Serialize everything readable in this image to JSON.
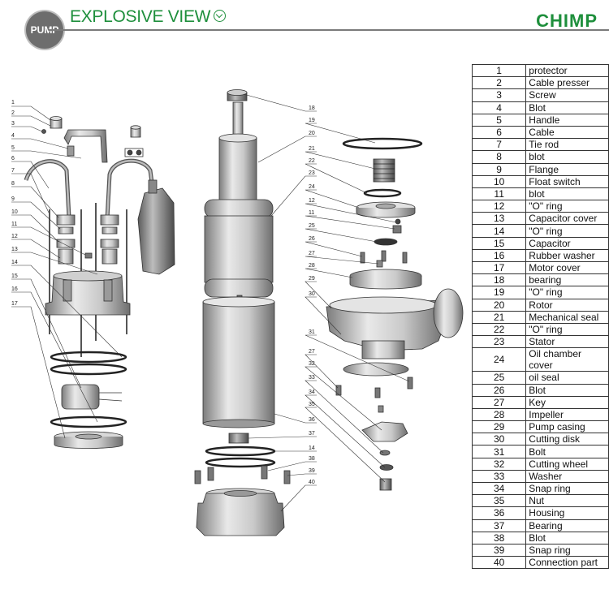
{
  "header": {
    "badge": "PUMP",
    "title": "EXPLOSIVE VIEW",
    "title_icon": "chevron-down-circle-icon",
    "brand": "CHIMP",
    "accent_color": "#1e8f3c"
  },
  "callouts_left": [
    "1",
    "2",
    "3",
    "4",
    "5",
    "6",
    "7",
    "8",
    "9",
    "10",
    "11",
    "12",
    "13",
    "14",
    "15",
    "16",
    "17"
  ],
  "callouts_center": [
    "18",
    "19",
    "20",
    "21",
    "22",
    "23",
    "24",
    "12",
    "11",
    "25",
    "26",
    "27",
    "28",
    "29",
    "30",
    "31",
    "27",
    "32",
    "33",
    "34",
    "35",
    "36",
    "37",
    "14",
    "38",
    "39",
    "40"
  ],
  "parts": [
    {
      "no": "1",
      "name": "protector"
    },
    {
      "no": "2",
      "name": "Cable presser"
    },
    {
      "no": "3",
      "name": "Screw"
    },
    {
      "no": "4",
      "name": "Blot"
    },
    {
      "no": "5",
      "name": "Handle"
    },
    {
      "no": "6",
      "name": "Cable"
    },
    {
      "no": "7",
      "name": "Tie rod"
    },
    {
      "no": "8",
      "name": "blot"
    },
    {
      "no": "9",
      "name": "Flange"
    },
    {
      "no": "10",
      "name": "Float switch"
    },
    {
      "no": "11",
      "name": "blot"
    },
    {
      "no": "12",
      "name": "\"O\" ring"
    },
    {
      "no": "13",
      "name": "Capacitor cover"
    },
    {
      "no": "14",
      "name": "\"O\" ring"
    },
    {
      "no": "15",
      "name": "Capacitor"
    },
    {
      "no": "16",
      "name": "Rubber washer"
    },
    {
      "no": "17",
      "name": "Motor cover"
    },
    {
      "no": "18",
      "name": "bearing"
    },
    {
      "no": "19",
      "name": "\"O\" ring"
    },
    {
      "no": "20",
      "name": "Rotor"
    },
    {
      "no": "21",
      "name": "Mechanical seal"
    },
    {
      "no": "22",
      "name": "\"O\" ring"
    },
    {
      "no": "23",
      "name": "Stator"
    },
    {
      "no": "24",
      "name": "Oil chamber cover"
    },
    {
      "no": "25",
      "name": "oil seal"
    },
    {
      "no": "26",
      "name": "Blot"
    },
    {
      "no": "27",
      "name": "Key"
    },
    {
      "no": "28",
      "name": "Impeller"
    },
    {
      "no": "29",
      "name": "Pump casing"
    },
    {
      "no": "30",
      "name": "Cutting disk"
    },
    {
      "no": "31",
      "name": "Bolt"
    },
    {
      "no": "32",
      "name": "Cutting wheel"
    },
    {
      "no": "33",
      "name": "Washer"
    },
    {
      "no": "34",
      "name": "Snap ring"
    },
    {
      "no": "35",
      "name": "Nut"
    },
    {
      "no": "36",
      "name": "Housing"
    },
    {
      "no": "37",
      "name": "Bearing"
    },
    {
      "no": "38",
      "name": "Blot"
    },
    {
      "no": "39",
      "name": "Snap ring"
    },
    {
      "no": "40",
      "name": "Connection part"
    }
  ]
}
